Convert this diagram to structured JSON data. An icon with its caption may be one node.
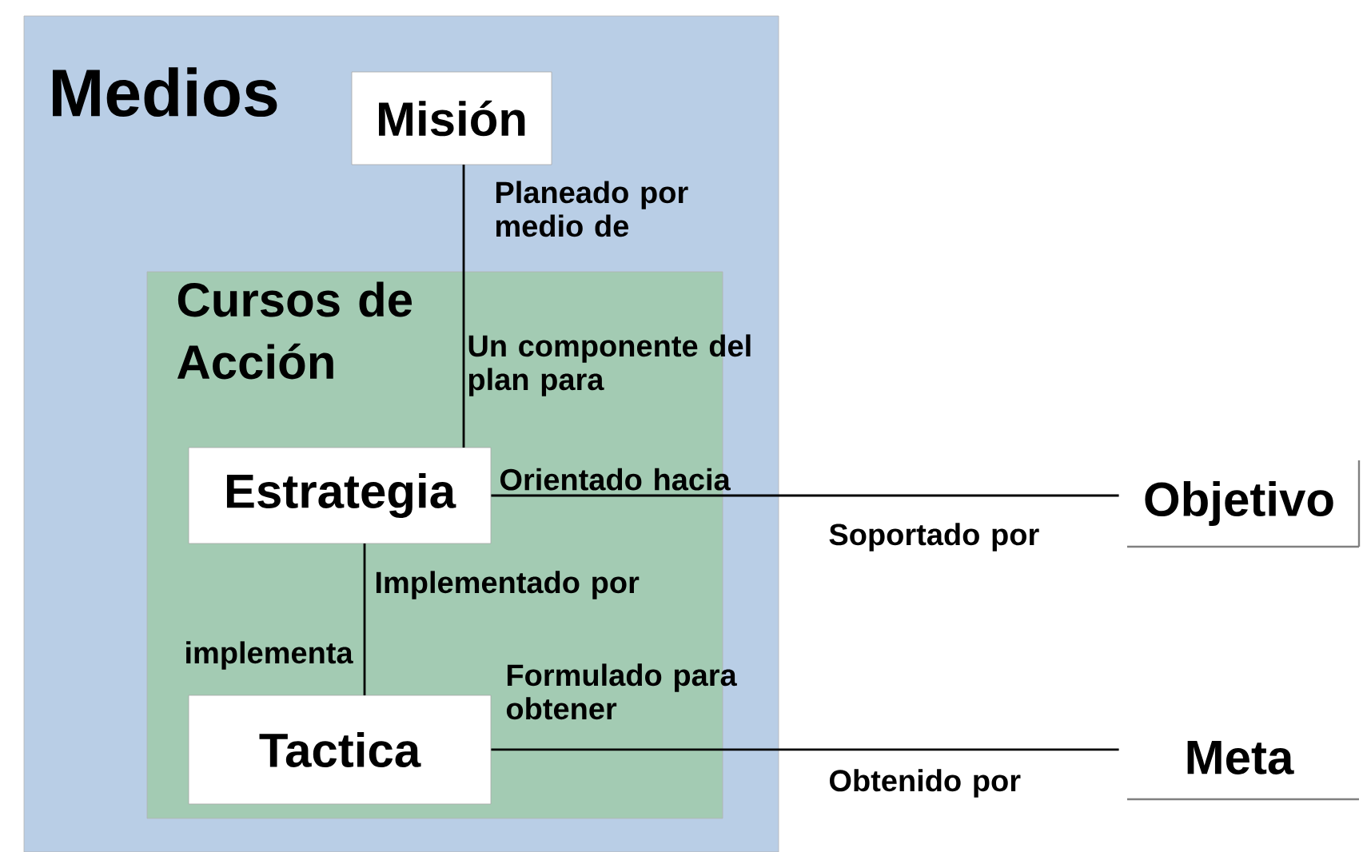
{
  "diagram": {
    "nodes": [
      {
        "text": [
          "Medios"
        ]
      },
      {
        "text": [
          "Misión"
        ],
        "in": 0
      },
      {
        "text": [
          "Cursos de Acción"
        ],
        "in": 0
      },
      {
        "text": [
          "Estrategia"
        ],
        "in": 2
      },
      {
        "text": [
          "Tactica"
        ],
        "in": 2
      },
      {
        "text": [
          "Objetivo"
        ]
      },
      {
        "text": [
          "Meta"
        ]
      }
    ],
    "edges": [
      {
        "from": 1,
        "to": 3,
        "arrow": "none",
        "label": "Planeado por medio de"
      },
      {
        "from": 3,
        "to": 5,
        "arrow": "none",
        "label": "Orientado hacia"
      },
      {
        "from": 3,
        "to": 4,
        "arrow": "none",
        "label": "Implementado por"
      },
      {
        "from": 4,
        "to": 6,
        "arrow": "none",
        "label": "Formulado para obtener"
      }
    ],
    "labels": [
      "Un componente del plan para",
      "Soportado por",
      "implementa",
      "Obtenido por"
    ]
  }
}
